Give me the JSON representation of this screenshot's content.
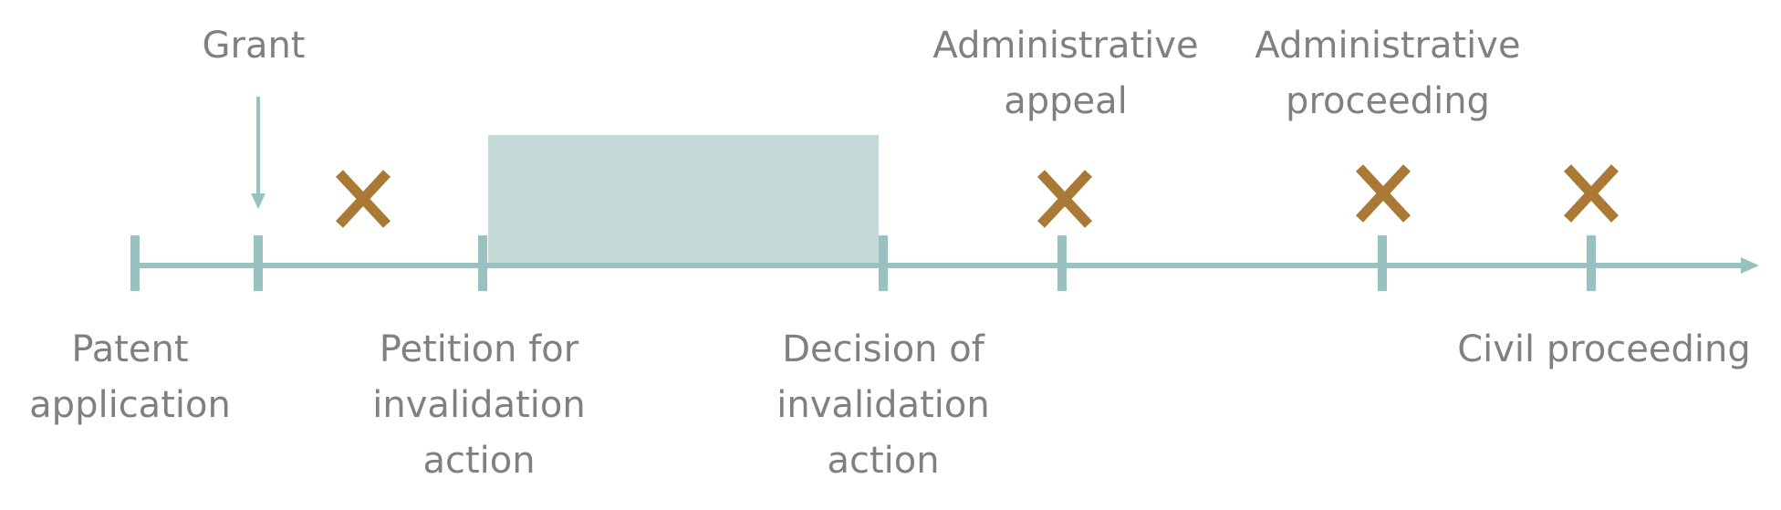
{
  "colors": {
    "axis": "#98c1bf",
    "shaded_period": "#c3dad8",
    "cross": "#a97935",
    "label_text": "#808080",
    "background": "#ffffff"
  },
  "labels": {
    "grant": "Grant",
    "patent_application": [
      "Patent",
      "application"
    ],
    "petition": [
      "Petition for",
      "invalidation",
      "action"
    ],
    "decision": [
      "Decision of",
      "invalidation",
      "action"
    ],
    "administrative_appeal": [
      "Administrative",
      "appeal"
    ],
    "administrative_proceeding": [
      "Administrative",
      "proceeding"
    ],
    "civil_proceeding": "Civil proceeding"
  },
  "icons": {
    "timeline_arrow": "arrow-right-icon",
    "grant_pointer": "arrow-down-icon",
    "not_possible_marker": "cross-icon"
  }
}
